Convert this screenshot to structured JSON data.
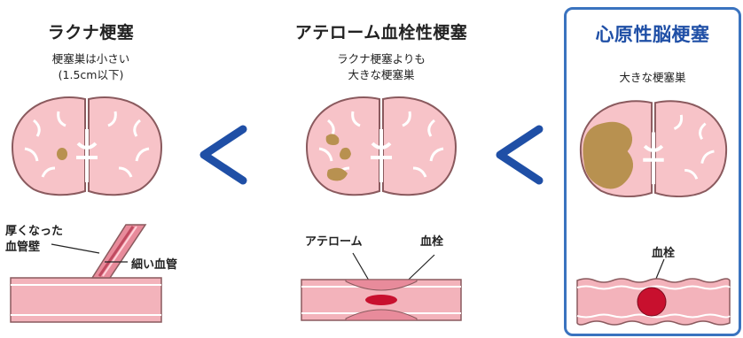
{
  "panels": [
    {
      "title": "ラクナ梗塞",
      "subtitle_line1": "梗塞巣は小さい",
      "subtitle_line2": "(1.5cm以下)",
      "labels": {
        "thick_wall_1": "厚くなった",
        "thick_wall_2": "血管壁",
        "thin_vessel": "細い血管"
      }
    },
    {
      "title": "アテローム血栓性梗塞",
      "subtitle_line1": "ラクナ梗塞よりも",
      "subtitle_line2": "大きな梗塞巣",
      "labels": {
        "atheroma": "アテローム",
        "thrombus": "血栓"
      }
    },
    {
      "title": "心原性脳梗塞",
      "subtitle_line1": "大きな梗塞巣",
      "labels": {
        "thrombus": "血栓"
      }
    }
  ],
  "comparison_symbol": "<",
  "colors": {
    "brain": "#f7c3c8",
    "brain_outline": "#8a5a5e",
    "infarct": "#b89150",
    "vessel": "#f3b3bb",
    "clot": "#c8102e",
    "accent": "#1f4fa6"
  }
}
